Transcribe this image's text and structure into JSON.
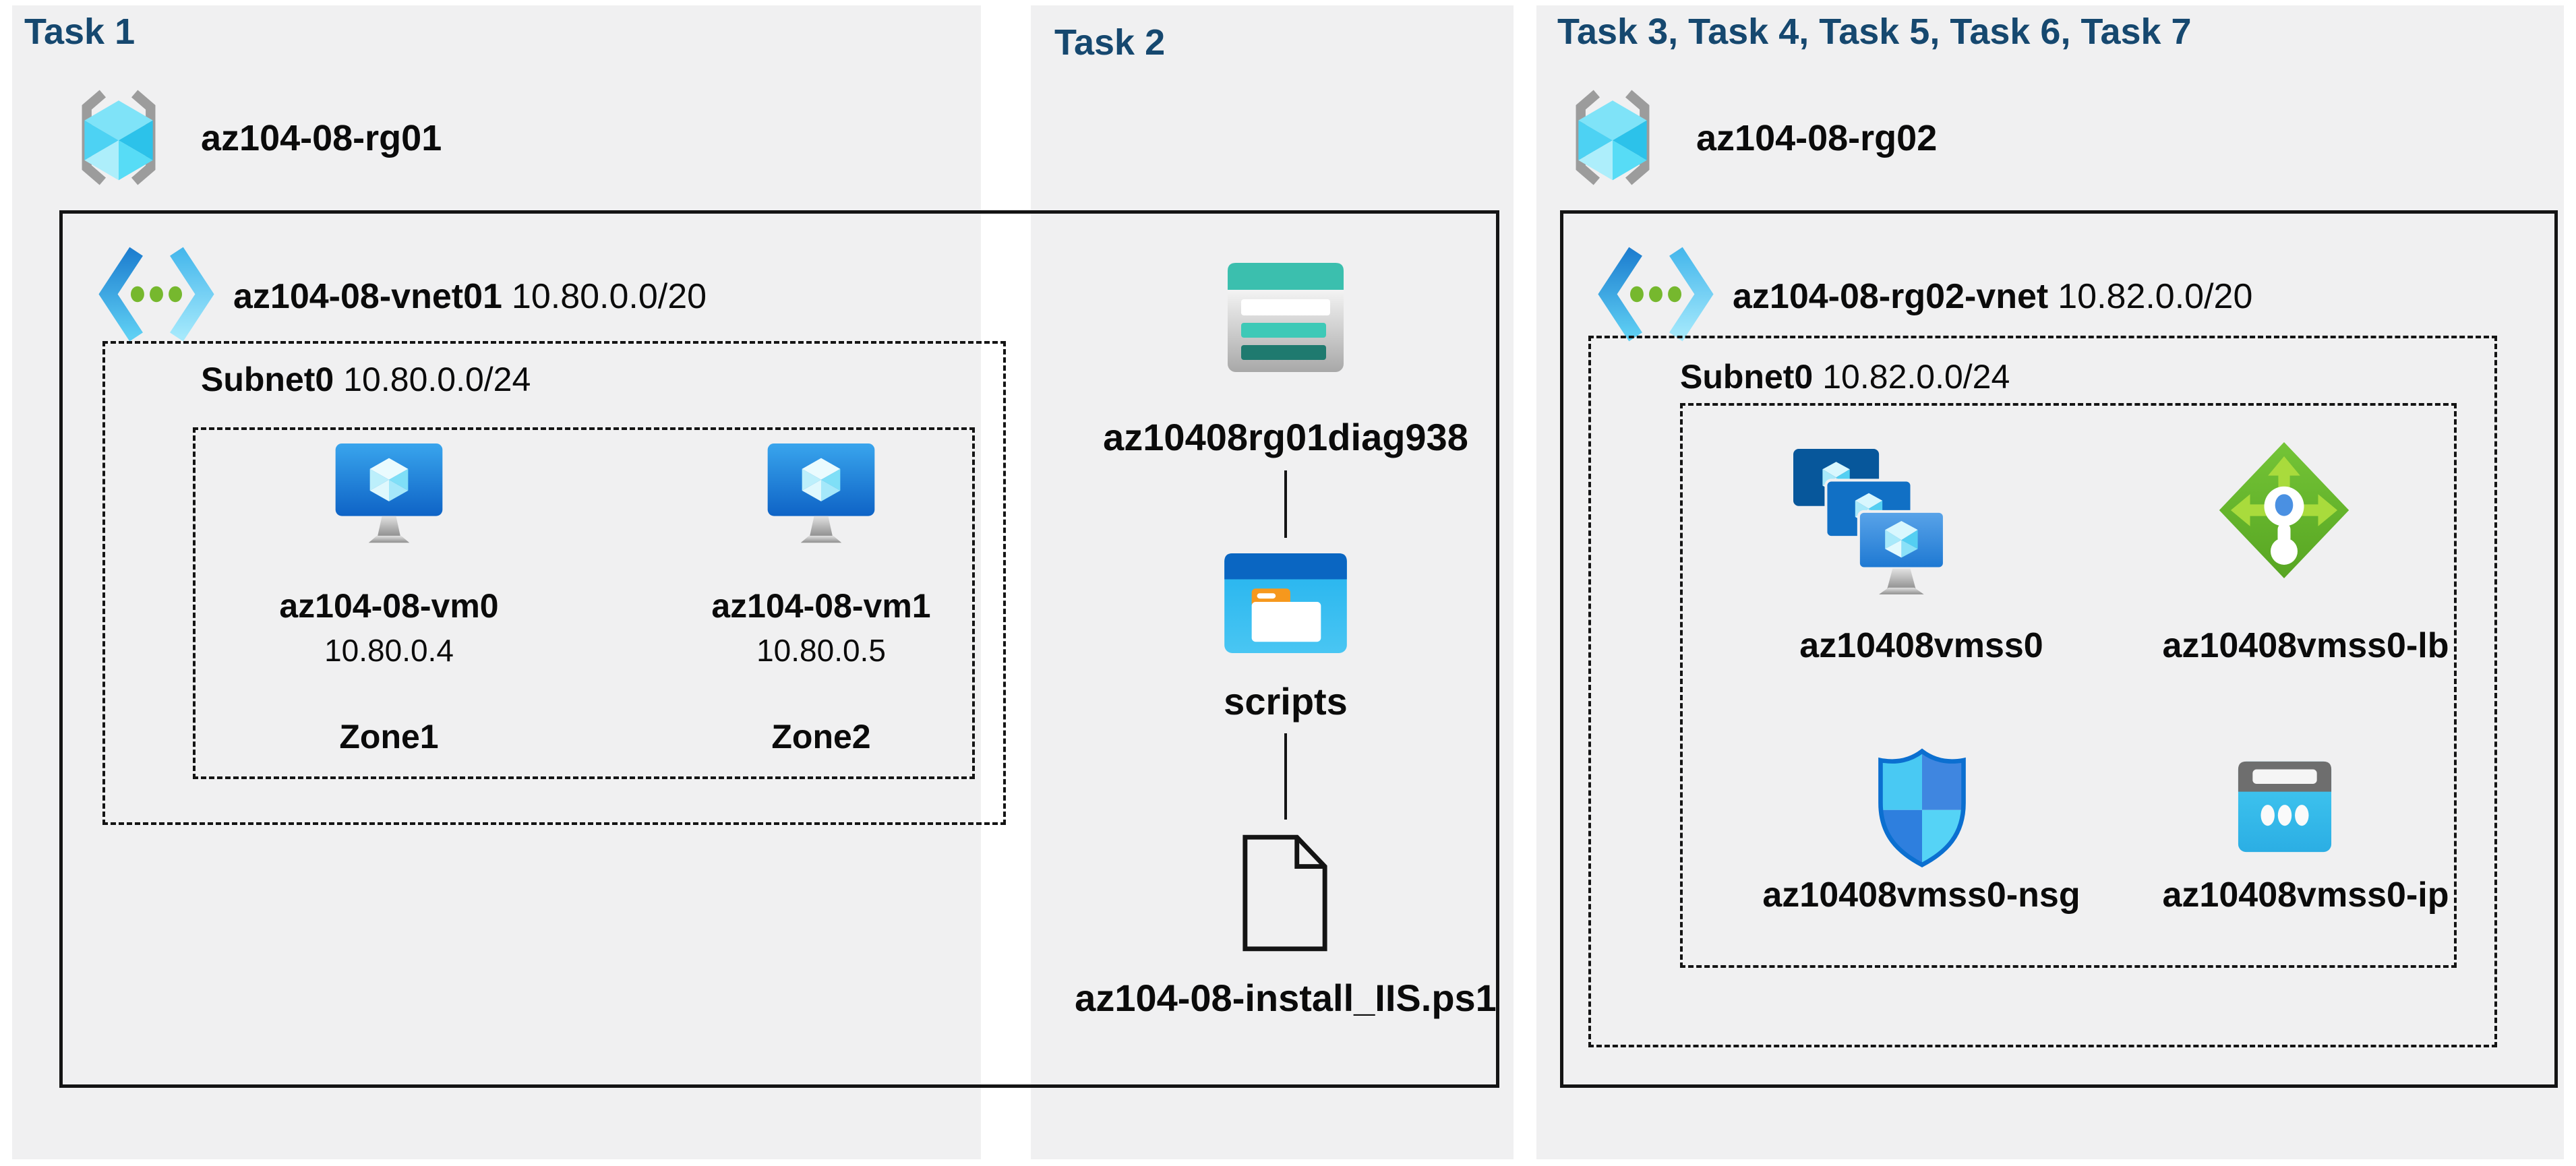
{
  "task1": {
    "title": "Task 1",
    "resource_group": "az104-08-rg01",
    "vnet": {
      "name": "az104-08-vnet01",
      "cidr": "10.80.0.0/20"
    },
    "subnet": {
      "name": "Subnet0",
      "cidr": "10.80.0.0/24"
    },
    "vms": [
      {
        "name": "az104-08-vm0",
        "ip": "10.80.0.4",
        "zone": "Zone1"
      },
      {
        "name": "az104-08-vm1",
        "ip": "10.80.0.5",
        "zone": "Zone2"
      }
    ]
  },
  "task2": {
    "title": "Task 2",
    "storage_account": "az10408rg01diag938",
    "container": "scripts",
    "file": "az104-08-install_IIS.ps1"
  },
  "task3": {
    "title": "Task 3, Task 4, Task 5, Task 6, Task 7",
    "resource_group": "az104-08-rg02",
    "vnet": {
      "name": "az104-08-rg02-vnet",
      "cidr": "10.82.0.0/20"
    },
    "subnet": {
      "name": "Subnet0",
      "cidr": "10.82.0.0/24"
    },
    "resources": [
      {
        "name": "az10408vmss0",
        "type": "virtual-machine-scale-set"
      },
      {
        "name": "az10408vmss0-lb",
        "type": "load-balancer"
      },
      {
        "name": "az10408vmss0-nsg",
        "type": "network-security-group"
      },
      {
        "name": "az10408vmss0-ip",
        "type": "public-ip-address"
      }
    ]
  },
  "colors": {
    "title_navy": "#16486F",
    "panel_bg": "#F0F0F1",
    "line_black": "#141414",
    "vm_blue": "#1175D0",
    "storage_teal": "#3BBFAE",
    "lb_green": "#63B32C",
    "ip_cyan": "#3EC6F0"
  }
}
